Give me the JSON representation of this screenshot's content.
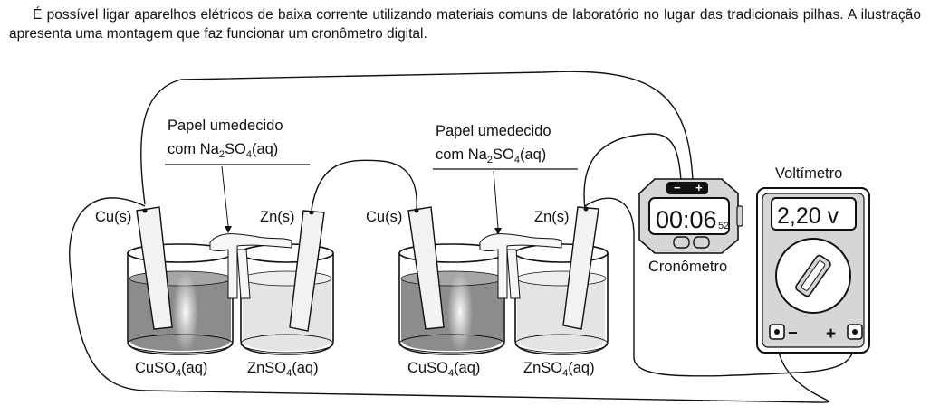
{
  "intro_text": "É possível ligar aparelhos elétricos de baixa corrente utilizando materiais comuns de laboratório no lugar das tradicionais pilhas. A ilustração apresenta uma montagem que faz funcionar um cronômetro digital.",
  "paper_labels": [
    {
      "line1": "Papel umedecido",
      "line2_prefix": "com Na",
      "line2_sub1": "2",
      "line2_mid": "SO",
      "line2_sub2": "4",
      "line2_suffix": "(aq)"
    },
    {
      "line1": "Papel umedecido",
      "line2_prefix": "com Na",
      "line2_sub1": "2",
      "line2_mid": "SO",
      "line2_sub2": "4",
      "line2_suffix": "(aq)"
    }
  ],
  "electrodes": [
    "Cu(s)",
    "Zn(s)",
    "Cu(s)",
    "Zn(s)"
  ],
  "solutions": [
    {
      "prefix": "CuSO",
      "sub": "4",
      "suffix": "(aq)"
    },
    {
      "prefix": "ZnSO",
      "sub": "4",
      "suffix": "(aq)"
    },
    {
      "prefix": "CuSO",
      "sub": "4",
      "suffix": "(aq)"
    },
    {
      "prefix": "ZnSO",
      "sub": "4",
      "suffix": "(aq)"
    }
  ],
  "stopwatch": {
    "label": "Cronômetro",
    "time": "00:06",
    "hundredths": "52",
    "minus_sign": "−",
    "plus_sign": "+"
  },
  "voltmeter": {
    "label": "Voltímetro",
    "reading": "2,20 v",
    "minus_sign": "−",
    "plus_sign": "+"
  },
  "colors": {
    "cuso4_solution": "#8c8c8c",
    "znso4_solution": "#e4e4e4",
    "device_body": "#d6d6d6",
    "outline": "#111111"
  }
}
